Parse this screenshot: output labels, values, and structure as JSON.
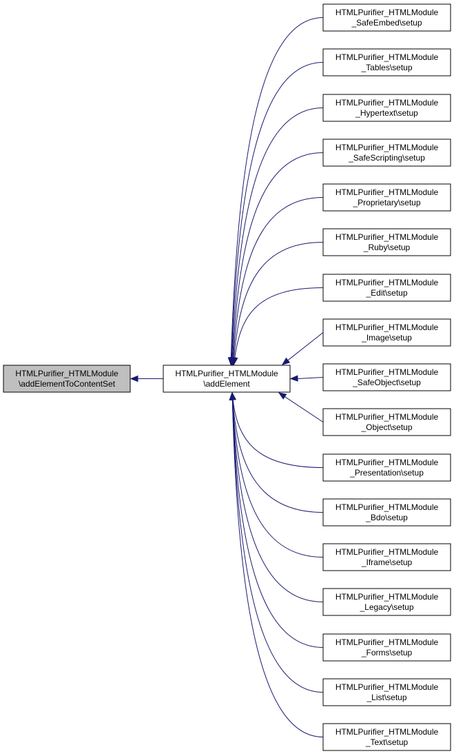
{
  "graph": {
    "colors": {
      "edge": "#191970",
      "root_fill": "#bfbfbf",
      "node_fill": "#ffffff",
      "border": "#000000"
    },
    "root": {
      "id": "root",
      "lines": [
        "HTMLPurifier_HTMLModule",
        "\\addElementToContentSet"
      ]
    },
    "center": {
      "id": "center",
      "lines": [
        "HTMLPurifier_HTMLModule",
        "\\addElement"
      ]
    },
    "callers": [
      {
        "id": "c0",
        "lines": [
          "HTMLPurifier_HTMLModule",
          "_SafeEmbed\\setup"
        ]
      },
      {
        "id": "c1",
        "lines": [
          "HTMLPurifier_HTMLModule",
          "_Tables\\setup"
        ]
      },
      {
        "id": "c2",
        "lines": [
          "HTMLPurifier_HTMLModule",
          "_Hypertext\\setup"
        ]
      },
      {
        "id": "c3",
        "lines": [
          "HTMLPurifier_HTMLModule",
          "_SafeScripting\\setup"
        ]
      },
      {
        "id": "c4",
        "lines": [
          "HTMLPurifier_HTMLModule",
          "_Proprietary\\setup"
        ]
      },
      {
        "id": "c5",
        "lines": [
          "HTMLPurifier_HTMLModule",
          "_Ruby\\setup"
        ]
      },
      {
        "id": "c6",
        "lines": [
          "HTMLPurifier_HTMLModule",
          "_Edit\\setup"
        ]
      },
      {
        "id": "c7",
        "lines": [
          "HTMLPurifier_HTMLModule",
          "_Image\\setup"
        ]
      },
      {
        "id": "c8",
        "lines": [
          "HTMLPurifier_HTMLModule",
          "_SafeObject\\setup"
        ]
      },
      {
        "id": "c9",
        "lines": [
          "HTMLPurifier_HTMLModule",
          "_Object\\setup"
        ]
      },
      {
        "id": "c10",
        "lines": [
          "HTMLPurifier_HTMLModule",
          "_Presentation\\setup"
        ]
      },
      {
        "id": "c11",
        "lines": [
          "HTMLPurifier_HTMLModule",
          "_Bdo\\setup"
        ]
      },
      {
        "id": "c12",
        "lines": [
          "HTMLPurifier_HTMLModule",
          "_Iframe\\setup"
        ]
      },
      {
        "id": "c13",
        "lines": [
          "HTMLPurifier_HTMLModule",
          "_Legacy\\setup"
        ]
      },
      {
        "id": "c14",
        "lines": [
          "HTMLPurifier_HTMLModule",
          "_Forms\\setup"
        ]
      },
      {
        "id": "c15",
        "lines": [
          "HTMLPurifier_HTMLModule",
          "_List\\setup"
        ]
      },
      {
        "id": "c16",
        "lines": [
          "HTMLPurifier_HTMLModule",
          "_Text\\setup"
        ]
      }
    ]
  }
}
